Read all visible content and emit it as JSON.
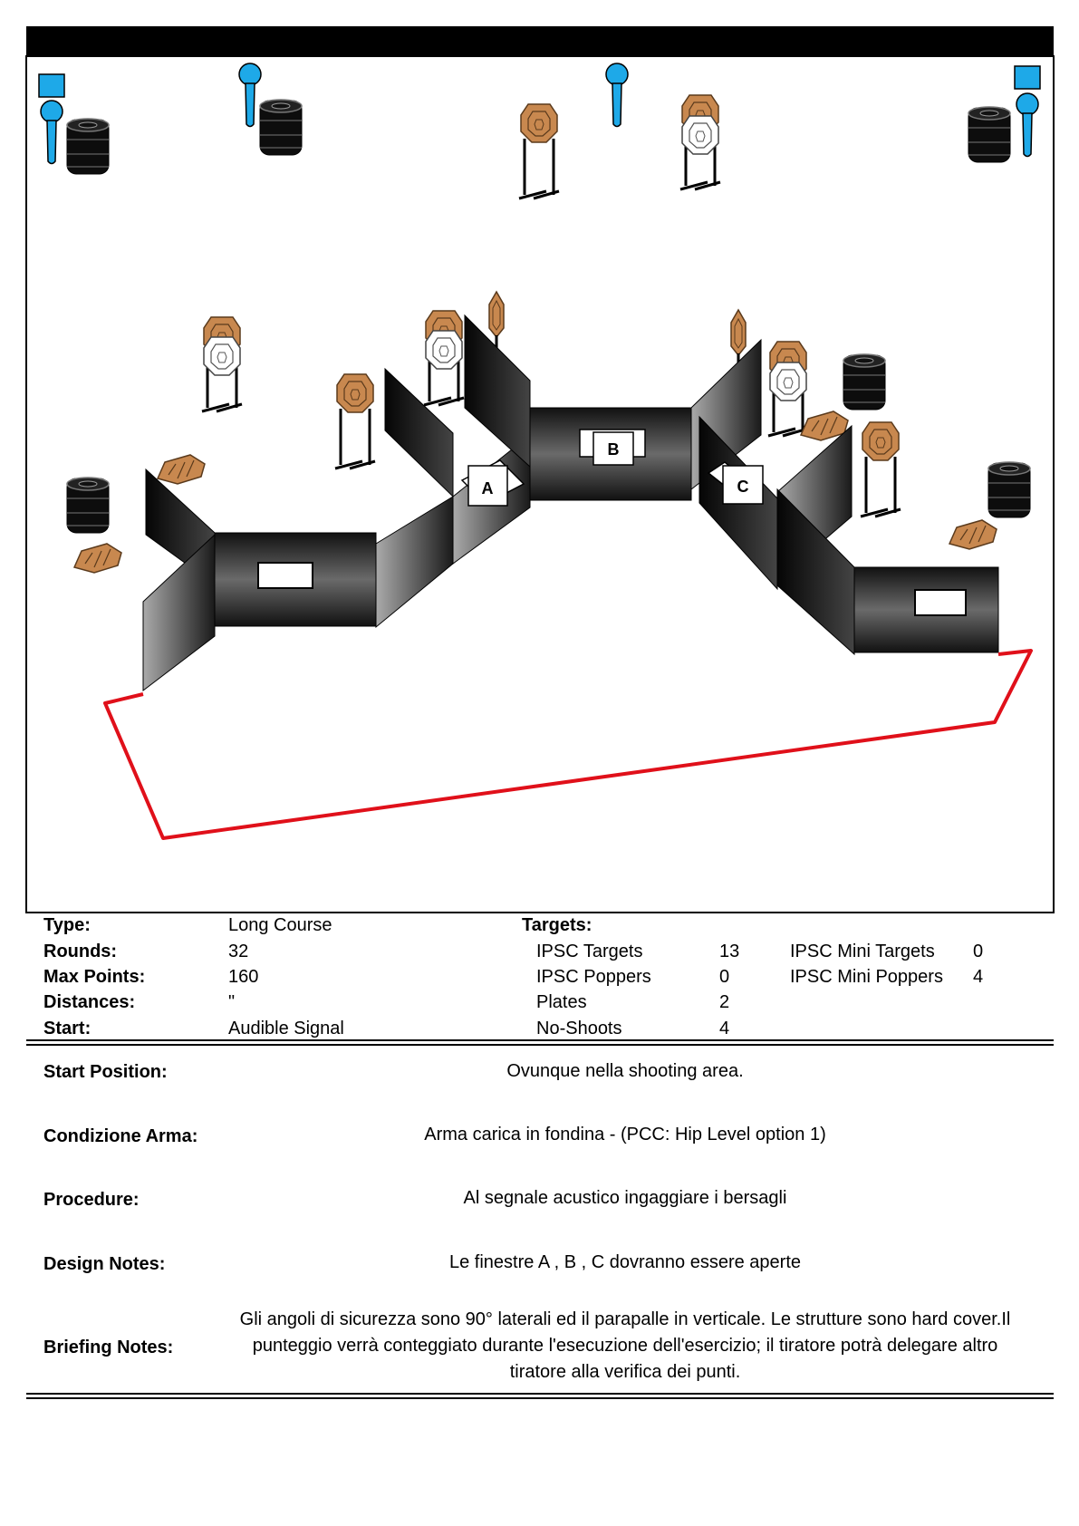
{
  "stage_info": {
    "type": {
      "label": "Type:",
      "value": "Long Course"
    },
    "rounds": {
      "label": "Rounds:",
      "value": "32"
    },
    "max_points": {
      "label": "Max Points:",
      "value": "160"
    },
    "distances": {
      "label": "Distances:",
      "value": "\""
    },
    "start": {
      "label": "Start:",
      "value": "Audible Signal"
    }
  },
  "targets": {
    "heading": "Targets:",
    "ipsc_targets": {
      "label": "IPSC Targets",
      "value": "13"
    },
    "ipsc_poppers": {
      "label": "IPSC Poppers",
      "value": "0"
    },
    "plates": {
      "label": "Plates",
      "value": "2"
    },
    "no_shoots": {
      "label": "No-Shoots",
      "value": "4"
    },
    "ipsc_mini_targets": {
      "label": "IPSC Mini Targets",
      "value": "0"
    },
    "ipsc_mini_poppers": {
      "label": "IPSC Mini Poppers",
      "value": "4"
    }
  },
  "sections": {
    "start_position": {
      "label": "Start Position:",
      "value": "Ovunque nella shooting area."
    },
    "condizione_arma": {
      "label": "Condizione Arma:",
      "value": "Arma carica in fondina - (PCC: Hip Level option 1)"
    },
    "procedure": {
      "label": "Procedure:",
      "value": "Al segnale acustico ingaggiare i bersagli"
    },
    "design_notes": {
      "label": "Design Notes:",
      "value": "Le finestre A , B , C dovranno essere aperte"
    },
    "briefing_notes": {
      "label": "Briefing Notes:",
      "value": "Gli angoli di sicurezza sono 90° laterali ed il parapalle in verticale. Le strutture sono hard cover.Il punteggio verrà conteggiato durante l'esecuzione dell'esercizio; il tiratore potrà delegare altro tiratore alla verifica  dei punti."
    }
  },
  "diagram": {
    "window_labels": {
      "a": "A",
      "b": "B",
      "c": "C"
    },
    "icons": [
      "ipsc-target-icon",
      "no-shoot-icon",
      "popper-icon",
      "plate-icon",
      "barrel-icon",
      "fault-line"
    ],
    "colors": {
      "target": "#c8884f",
      "popper": "#1ea9e8",
      "fault_line": "#e0101a",
      "wall": "#1a1a1a"
    }
  }
}
